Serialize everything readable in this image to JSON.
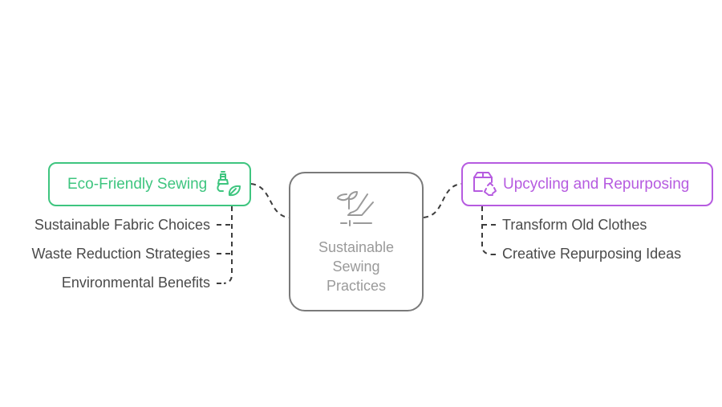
{
  "diagram": {
    "center": {
      "label": "Sustainable Sewing Practices",
      "icon": "plant-hand-icon",
      "border_color": "#7a7a7a",
      "text_color": "#9a9a9a"
    },
    "branches": [
      {
        "label": "Eco-Friendly Sewing",
        "icon": "thread-spool-leaf-icon",
        "color": "#3ec57f",
        "side": "left",
        "children": [
          "Sustainable Fabric Choices",
          "Waste Reduction Strategies",
          "Environmental Benefits"
        ]
      },
      {
        "label": "Upcycling and Repurposing",
        "icon": "box-recycle-icon",
        "color": "#b65be0",
        "side": "right",
        "children": [
          "Transform Old Clothes",
          "Creative Repurposing Ideas"
        ]
      }
    ],
    "connector_color": "#3d3d3d"
  }
}
